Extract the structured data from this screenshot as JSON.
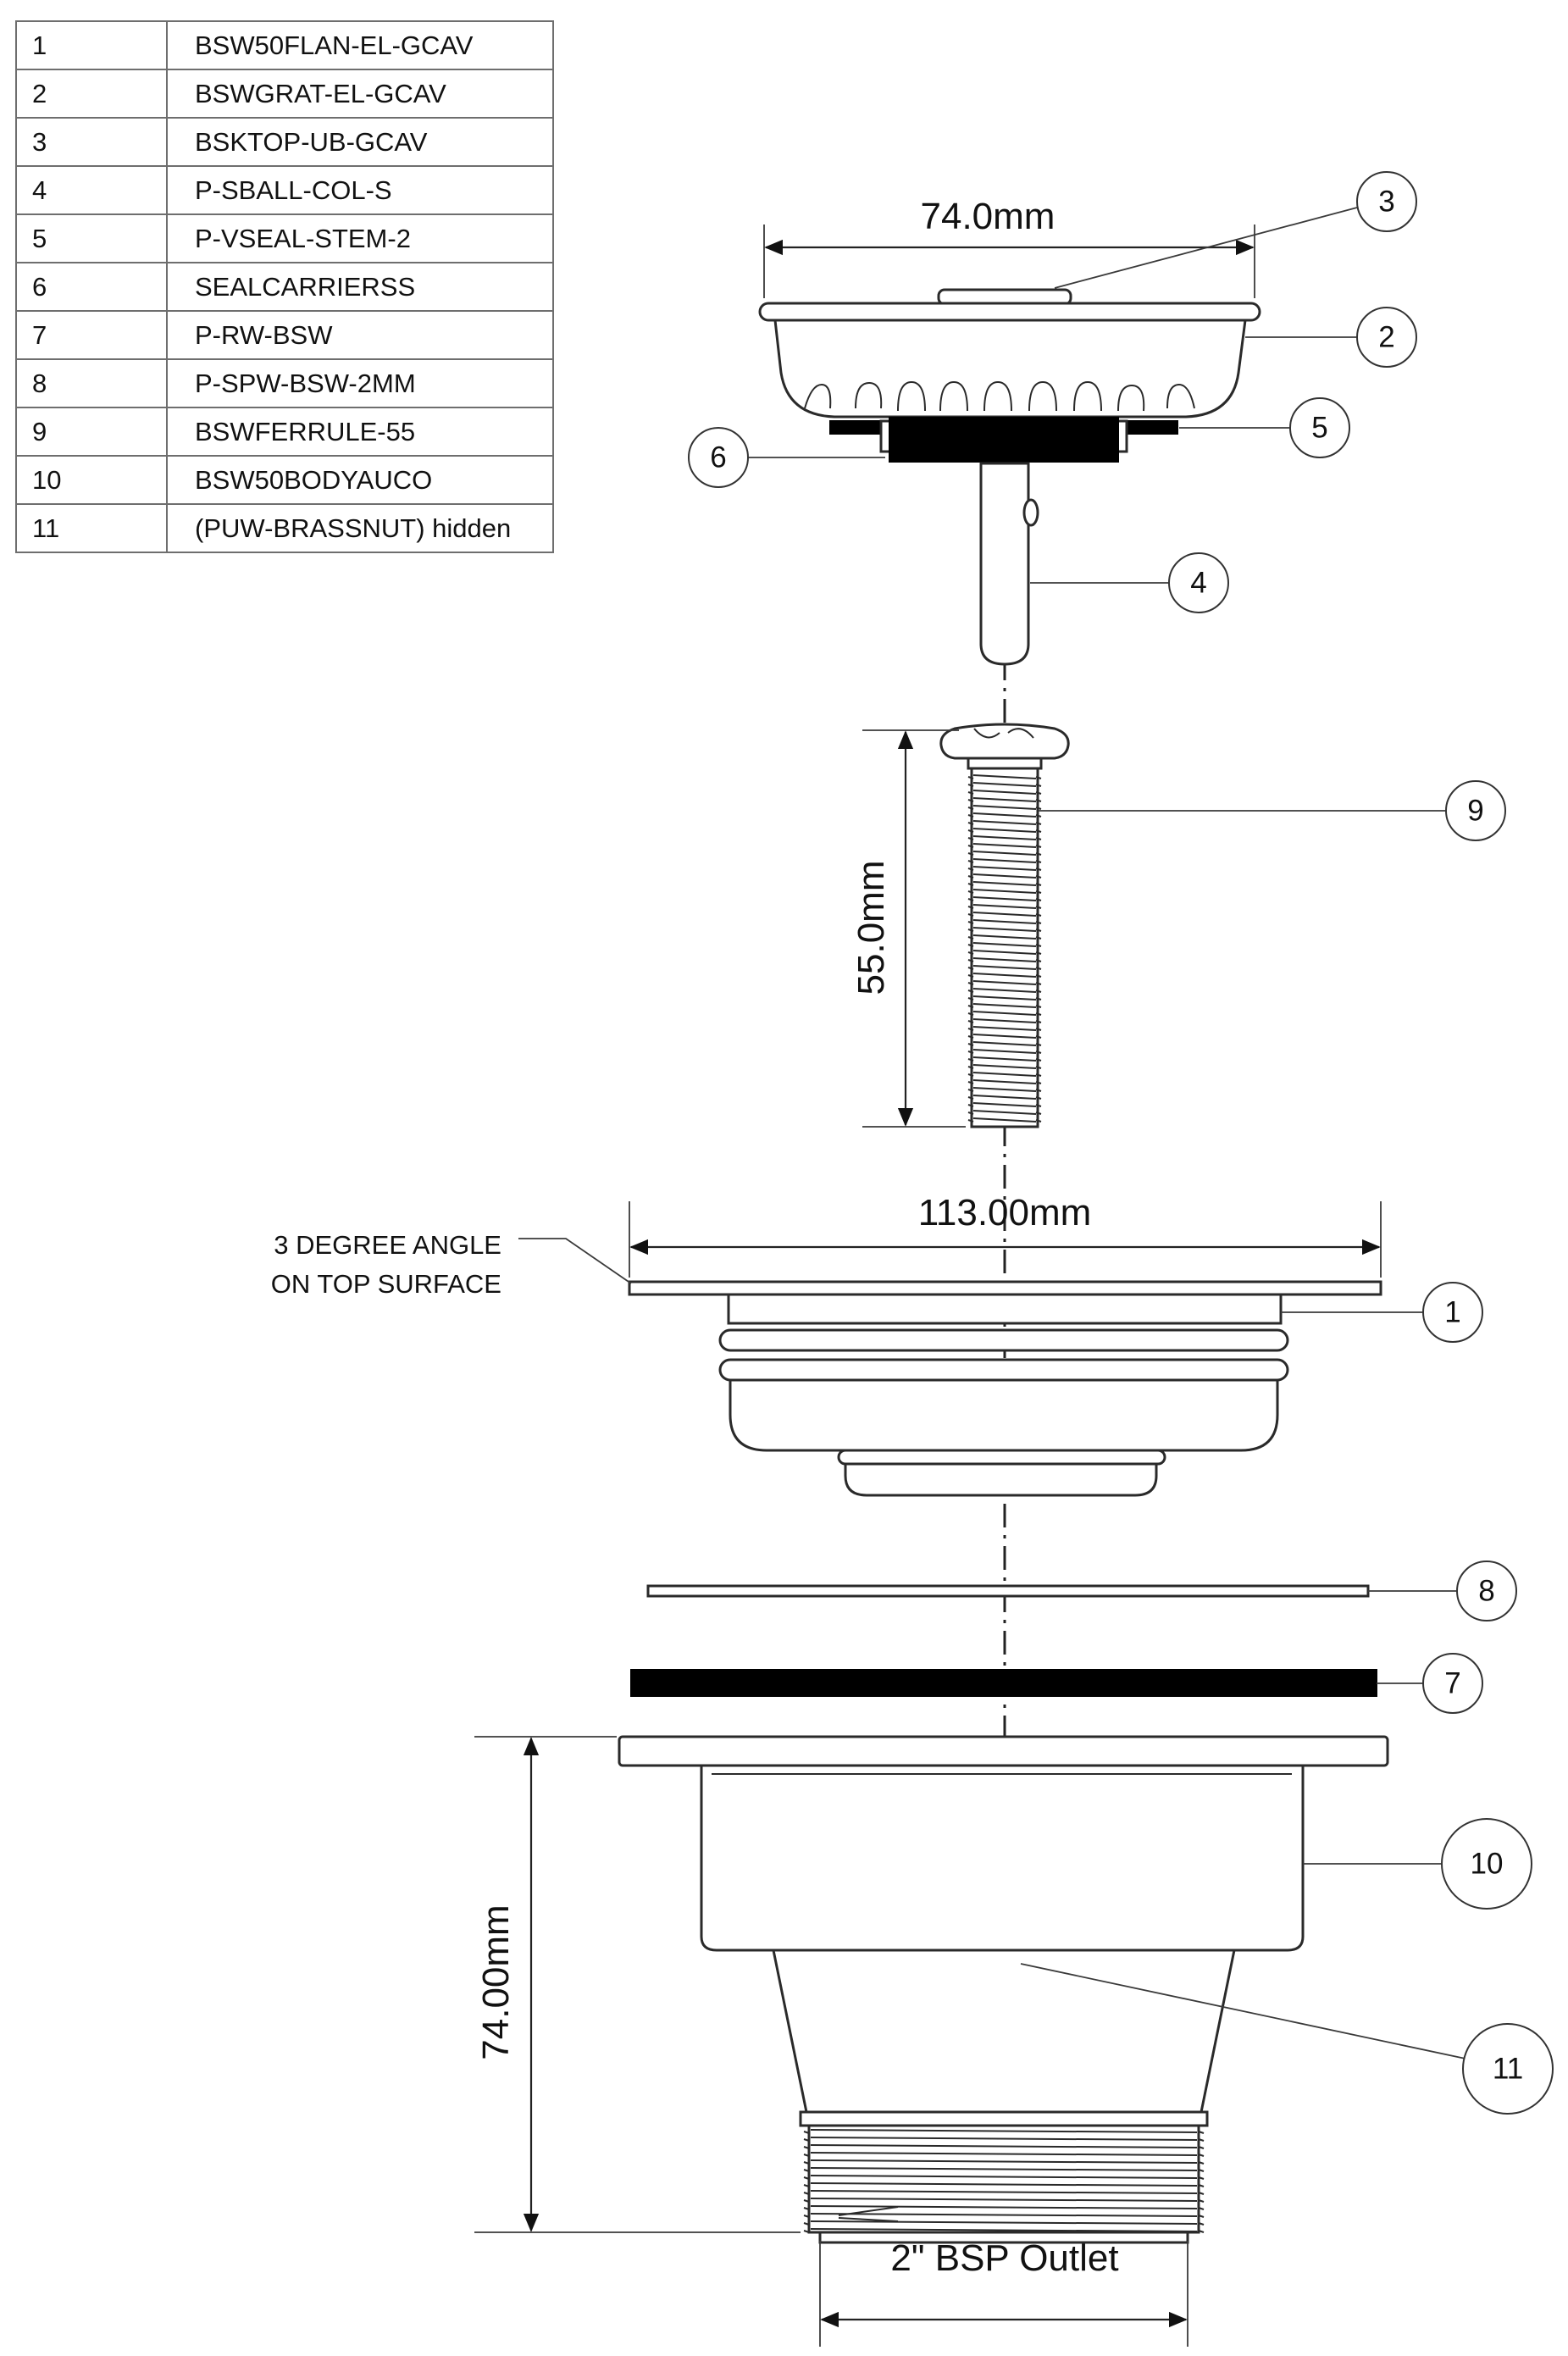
{
  "parts_table": {
    "rows": [
      {
        "num": "1",
        "code": "BSW50FLAN-EL-GCAV"
      },
      {
        "num": "2",
        "code": "BSWGRAT-EL-GCAV"
      },
      {
        "num": "3",
        "code": "BSKTOP-UB-GCAV"
      },
      {
        "num": "4",
        "code": "P-SBALL-COL-S"
      },
      {
        "num": "5",
        "code": "P-VSEAL-STEM-2"
      },
      {
        "num": "6",
        "code": "SEALCARRIERSS"
      },
      {
        "num": "7",
        "code": "P-RW-BSW"
      },
      {
        "num": "8",
        "code": "P-SPW-BSW-2MM"
      },
      {
        "num": "9",
        "code": "BSWFERRULE-55"
      },
      {
        "num": "10",
        "code": "BSW50BODYAUCO"
      },
      {
        "num": "11",
        "code": "(PUW-BRASSNUT) hidden"
      }
    ]
  },
  "dimensions": {
    "basket_width": "74.0mm",
    "ferrule_length": "55.0mm",
    "flange_width": "113.00mm",
    "body_height": "74.00mm",
    "outlet": "2\" BSP Outlet"
  },
  "notes": {
    "angle_line1": "3 DEGREE ANGLE",
    "angle_line2": "ON TOP SURFACE"
  },
  "balloons": {
    "b1": "1",
    "b2": "2",
    "b3": "3",
    "b4": "4",
    "b5": "5",
    "b6": "6",
    "b7": "7",
    "b8": "8",
    "b9": "9",
    "b10": "10",
    "b11": "11"
  }
}
